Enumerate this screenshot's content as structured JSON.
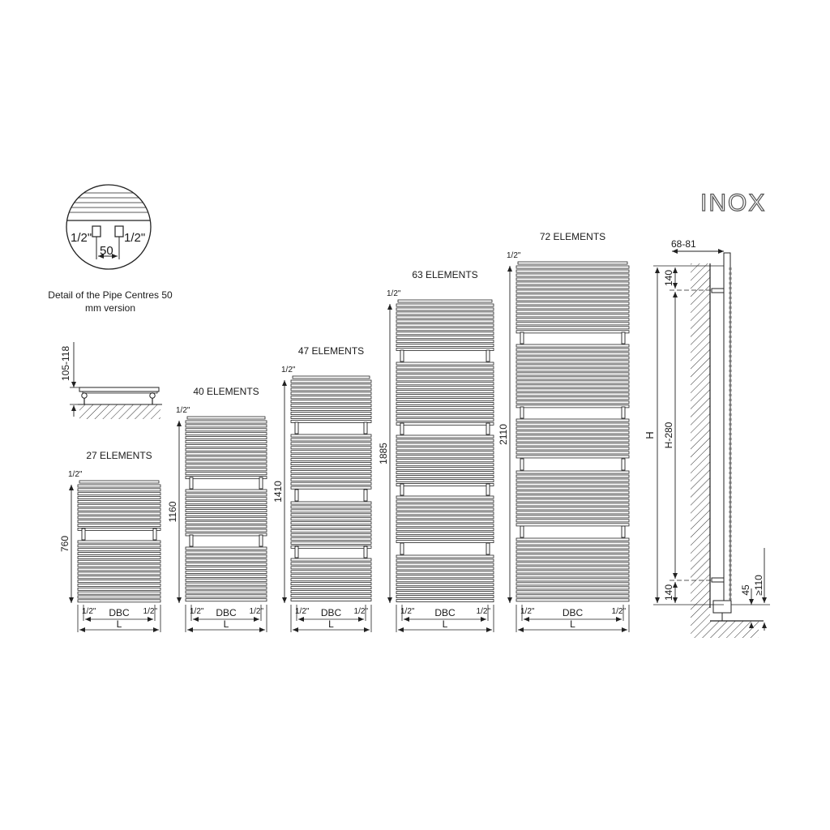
{
  "brand": "INOX",
  "detail": {
    "caption_line1": "Detail of the Pipe Centres 50",
    "caption_line2": "mm version",
    "pipe_left": "1/2\"",
    "pipe_right": "1/2\"",
    "centres": "50"
  },
  "side_detail": {
    "depth": "105-118"
  },
  "common": {
    "pipe": "1/2\"",
    "dbc": "DBC",
    "width": "L"
  },
  "models": [
    {
      "elements": "27 ELEMENTS",
      "height": "760",
      "bars": 27
    },
    {
      "elements": "40 ELEMENTS",
      "height": "1160",
      "bars": 40
    },
    {
      "elements": "47 ELEMENTS",
      "height": "1410",
      "bars": 47
    },
    {
      "elements": "63 ELEMENTS",
      "height": "1885",
      "bars": 63
    },
    {
      "elements": "72 ELEMENTS",
      "height": "2110",
      "bars": 72
    }
  ],
  "section": {
    "wall_gap": "68-81",
    "top_offset": "140",
    "bottom_offset": "140",
    "total": "H",
    "centres": "H-280",
    "valve_height": "45",
    "floor_clearance": "≥110"
  }
}
